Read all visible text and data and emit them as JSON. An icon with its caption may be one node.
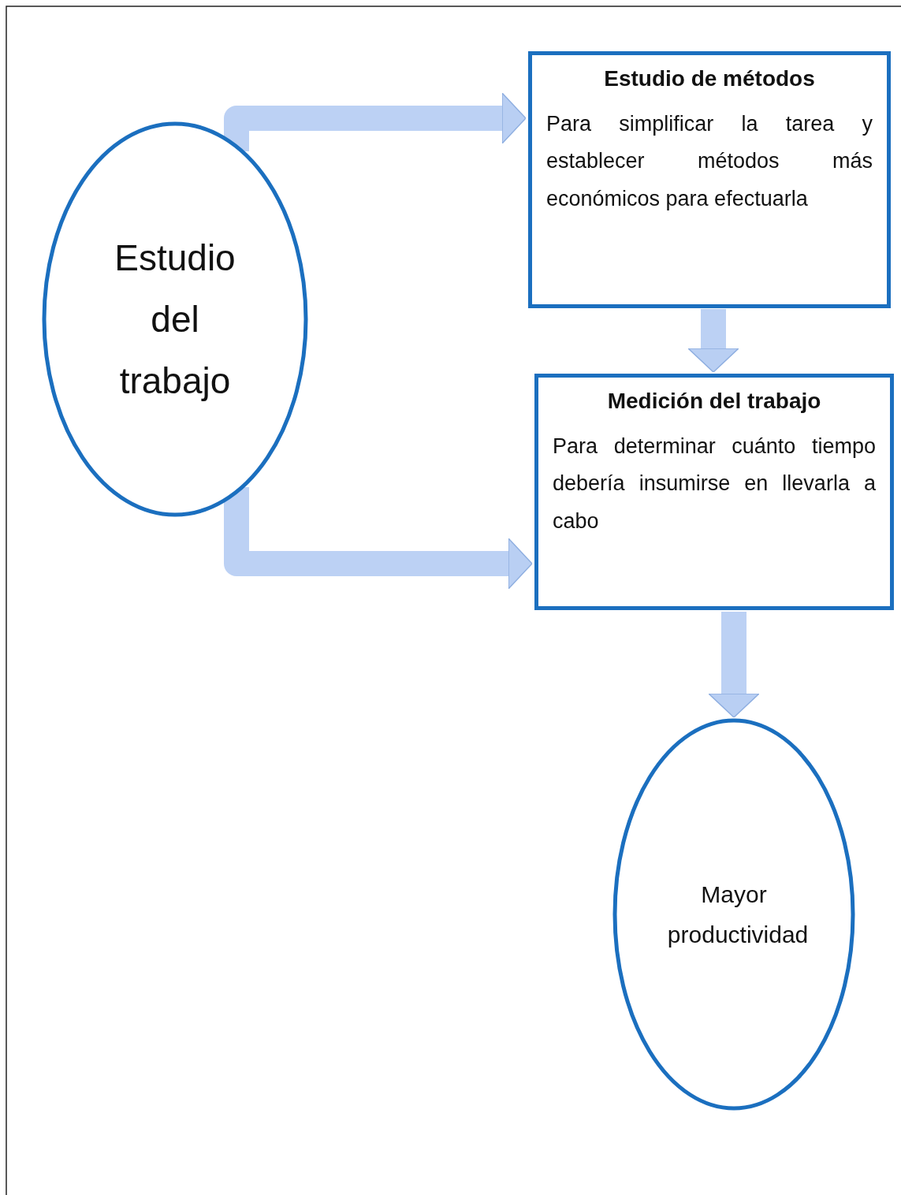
{
  "diagram": {
    "nodes": [
      {
        "text": [
          "Estudio del trabajo"
        ]
      },
      {
        "text": [
          "Estudio de métodos",
          "Para simplificar la tarea y establecer métodos más económicos para efectuarla"
        ]
      },
      {
        "text": [
          "Medición del trabajo",
          "Para determinar cuánto tiempo debería insumirse en llevarla a cabo"
        ]
      },
      {
        "text": [
          "Mayor productividad"
        ]
      }
    ],
    "edges": [
      {
        "from": 0,
        "to": 1,
        "arrow": "to"
      },
      {
        "from": 0,
        "to": 2,
        "arrow": "to"
      },
      {
        "from": 1,
        "to": 2,
        "arrow": "to"
      },
      {
        "from": 2,
        "to": 3,
        "arrow": "to"
      }
    ]
  }
}
